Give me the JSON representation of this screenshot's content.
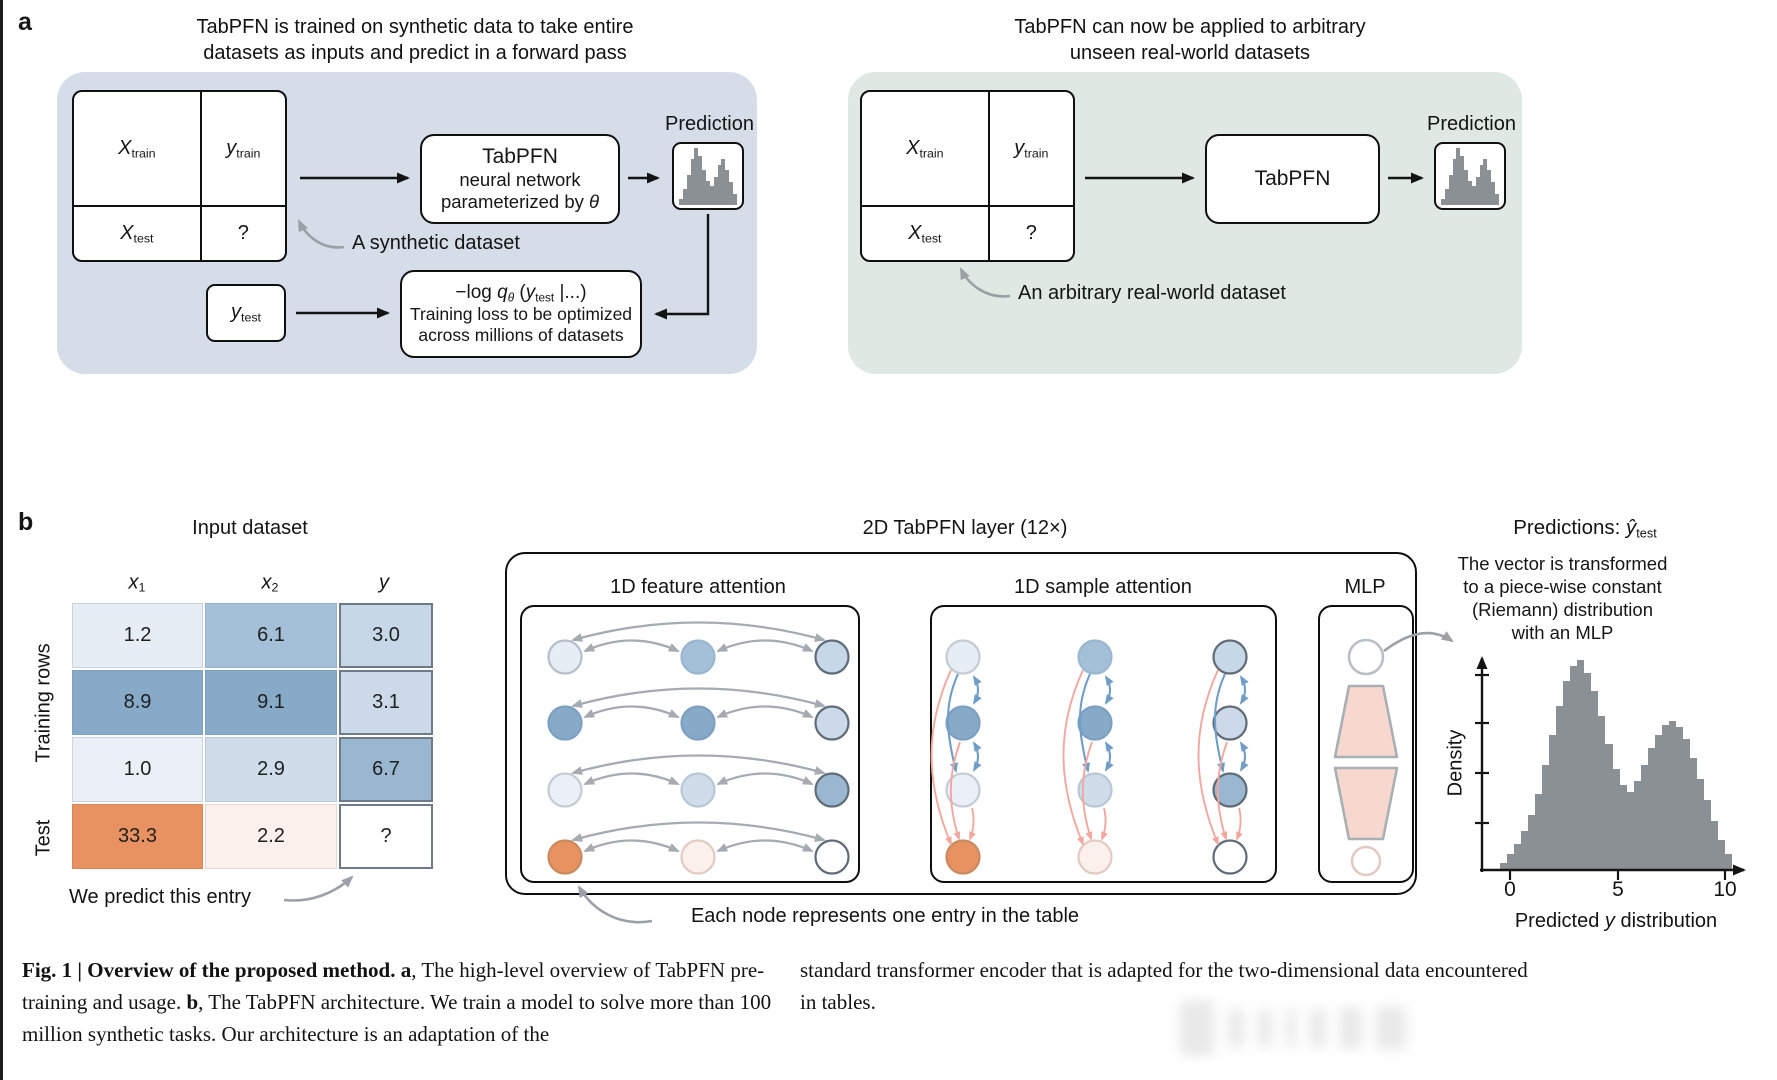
{
  "panel_a": {
    "label": "a",
    "dataset_box": {
      "x_train": {
        "v": "X",
        "s": "train"
      },
      "y_train": {
        "v": "y",
        "s": "train"
      },
      "x_test": {
        "v": "X",
        "s": "test"
      },
      "unknown": "?"
    },
    "y_test": {
      "v": "y",
      "s": "test"
    },
    "prediction_thumb_histogram": [
      0.1,
      0.28,
      0.52,
      0.8,
      1.0,
      0.86,
      0.62,
      0.42,
      0.33,
      0.5,
      0.7,
      0.8,
      0.62,
      0.4,
      0.2
    ],
    "left": {
      "bg": "#d5dde9",
      "title_lines": [
        "TabPFN is trained on synthetic data to take entire",
        "datasets as inputs and predict in a forward pass"
      ],
      "model_box": {
        "line1": "TabPFN",
        "line2": "neural network",
        "param_pre": "parameterized by ",
        "param_sym": "θ"
      },
      "prediction_label": "Prediction",
      "annotation": "A synthetic dataset",
      "loss_box": {
        "formula": {
          "pre": "−log ",
          "q": "q",
          "qsub": "θ",
          "mid": " (",
          "y": "y",
          "ysub": "test",
          "post": " |...)"
        },
        "line2": "Training loss to be optimized",
        "line3": "across millions of datasets"
      }
    },
    "right": {
      "bg": "#dfe8e2",
      "title_lines": [
        "TabPFN can now be applied to arbitrary",
        "unseen real-world datasets"
      ],
      "model_label": "TabPFN",
      "prediction_label": "Prediction",
      "annotation": "An arbitrary real-world dataset"
    }
  },
  "panel_b": {
    "label": "b",
    "input_dataset_title": "Input dataset",
    "col_headers": [
      {
        "v": "x",
        "s": "1"
      },
      {
        "v": "x",
        "s": "2"
      },
      {
        "v": "y",
        "s": ""
      }
    ],
    "training_rows_label": "Training rows",
    "test_label": "Test",
    "table_rows": [
      {
        "cells": [
          {
            "v": "1.2",
            "bg": "#e7edf4",
            "bd": "#c9d2da"
          },
          {
            "v": "6.1",
            "bg": "#a4c0d9",
            "bd": "#94b2cd"
          },
          {
            "v": "3.0",
            "bg": "#c6d7e7",
            "bd": "#6e7b87"
          }
        ]
      },
      {
        "cells": [
          {
            "v": "8.9",
            "bg": "#87aac9",
            "bd": "#7da0c0"
          },
          {
            "v": "9.1",
            "bg": "#87aac9",
            "bd": "#7da0c0"
          },
          {
            "v": "3.1",
            "bg": "#cbd9e8",
            "bd": "#6e7b87"
          }
        ]
      },
      {
        "cells": [
          {
            "v": "1.0",
            "bg": "#eaf0f5",
            "bd": "#ccd5dd"
          },
          {
            "v": "2.9",
            "bg": "#cfdce9",
            "bd": "#bac9d8"
          },
          {
            "v": "6.7",
            "bg": "#9ab7d2",
            "bd": "#6e7b87"
          }
        ]
      },
      {
        "cells": [
          {
            "v": "33.3",
            "bg": "#e79260",
            "bd": "#d5875a"
          },
          {
            "v": "2.2",
            "bg": "#fbf0ec",
            "bd": "#e8d8d2"
          },
          {
            "v": "?",
            "bg": "#ffffff",
            "bd": "#6e7b87"
          }
        ]
      }
    ],
    "predict_annotation": "We predict this entry",
    "layer_title": "2D TabPFN layer (12×)",
    "feature_attention": {
      "title": "1D feature attention",
      "arrow_color": "#a6abb1",
      "rows": [
        [
          {
            "f": "#e7edf4",
            "s": "#b5bfc9"
          },
          {
            "f": "#a4c0d9",
            "s": "#9ab7d0"
          },
          {
            "f": "#c6d7e7",
            "s": "#5f6b77"
          }
        ],
        [
          {
            "f": "#87aac9",
            "s": "#7da0c0"
          },
          {
            "f": "#87aac9",
            "s": "#7da0c0"
          },
          {
            "f": "#cbd9e8",
            "s": "#5f6b77"
          }
        ],
        [
          {
            "f": "#eaf0f5",
            "s": "#c3ccd4"
          },
          {
            "f": "#cfdce9",
            "s": "#b8c7d6"
          },
          {
            "f": "#9ab7d2",
            "s": "#5f6b77"
          }
        ],
        [
          {
            "f": "#e79260",
            "s": "#c98a60"
          },
          {
            "f": "#fbf0ec",
            "s": "#e3cac2"
          },
          {
            "f": "#ffffff",
            "s": "#5f6b77"
          }
        ]
      ]
    },
    "sample_attention": {
      "title": "1D sample attention",
      "train_arrow_color": "#6f9dc6",
      "test_arrow_color": "#f2a79f",
      "columns": [
        [
          {
            "f": "#e7edf4",
            "s": "#c3ccd4"
          },
          {
            "f": "#87aac9",
            "s": "#7da0c0"
          },
          {
            "f": "#eaf0f5",
            "s": "#c3ccd4"
          },
          {
            "f": "#e79260",
            "s": "#c98a60"
          }
        ],
        [
          {
            "f": "#a4c0d9",
            "s": "#9ab7d0"
          },
          {
            "f": "#87aac9",
            "s": "#7da0c0"
          },
          {
            "f": "#cfdce9",
            "s": "#b8c7d6"
          },
          {
            "f": "#fbf0ec",
            "s": "#e3cac2"
          }
        ],
        [
          {
            "f": "#c6d7e7",
            "s": "#5f6b77"
          },
          {
            "f": "#cbd9e8",
            "s": "#5f6b77"
          },
          {
            "f": "#9ab7d2",
            "s": "#5f6b77"
          },
          {
            "f": "#ffffff",
            "s": "#5f6b77"
          }
        ]
      ]
    },
    "mlp_title": "MLP",
    "node_annotation": "Each node represents one entry in the table"
  },
  "predictions": {
    "title_pre": "Predictions: ",
    "title_var": "ŷ",
    "title_sub": "test",
    "desc_lines": [
      "The vector is transformed",
      "to a piece-wise constant",
      "(Riemann) distribution",
      "with an MLP"
    ],
    "ylabel": "Density",
    "x_tick_labels": [
      "0",
      "5",
      "10"
    ],
    "xlabel_pre": "Predicted ",
    "xlabel_var": "y",
    "xlabel_post": " distribution",
    "hist_color": "#8a9094"
  },
  "chart_data": {
    "type": "bar",
    "subtype": "histogram",
    "title": "Predictions: ŷ_test",
    "xlabel": "Predicted y distribution",
    "ylabel": "Density",
    "x_ticks": [
      0,
      5,
      10
    ],
    "xlim": [
      -0.5,
      10.5
    ],
    "ylim": [
      0,
      1
    ],
    "grid": false,
    "legend": null,
    "bin_start": -0.4,
    "bin_width": 0.33,
    "density_values": [
      0.03,
      0.07,
      0.12,
      0.18,
      0.26,
      0.36,
      0.5,
      0.64,
      0.78,
      0.9,
      0.97,
      1.0,
      0.94,
      0.85,
      0.73,
      0.6,
      0.48,
      0.4,
      0.37,
      0.42,
      0.5,
      0.58,
      0.64,
      0.69,
      0.71,
      0.68,
      0.62,
      0.53,
      0.43,
      0.33,
      0.23,
      0.14,
      0.07
    ]
  },
  "caption": {
    "left_segments": [
      {
        "t": "Fig. 1 | Overview of the proposed method. ",
        "b": true
      },
      {
        "t": "a",
        "b": true
      },
      {
        "t": ", The high-level overview of TabPFN pre-training and usage. ",
        "b": false
      },
      {
        "t": "b",
        "b": true
      },
      {
        "t": ", The TabPFN architecture. We train a model to solve more than 100 million synthetic tasks. Our architecture is an adaptation of the",
        "b": false
      }
    ],
    "right_text": "standard transformer encoder that is adapted for the two-dimensional data encountered in tables."
  }
}
